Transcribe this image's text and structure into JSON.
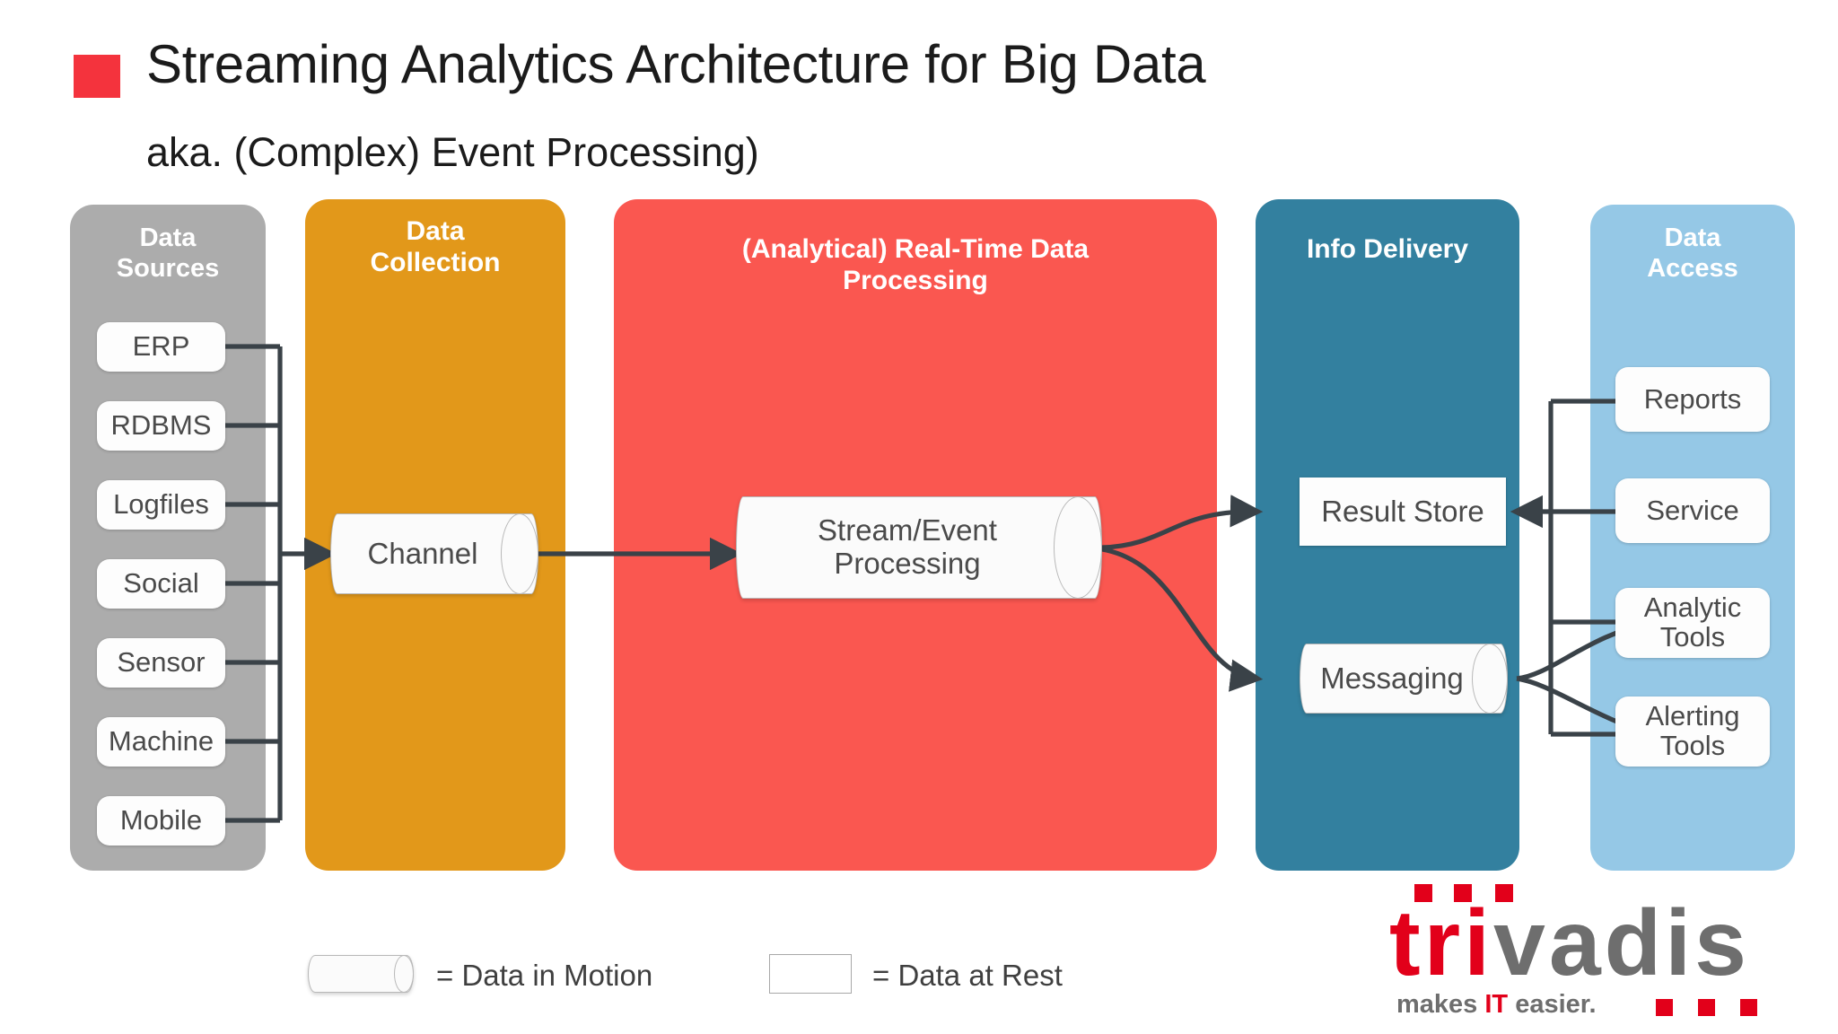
{
  "title": {
    "bullet_color": "#F4333D",
    "main": "Streaming Analytics Architecture for Big Data",
    "sub": "aka. (Complex) Event Processing)"
  },
  "columns": [
    {
      "id": "data-sources",
      "label": "Data\nSources",
      "color": "#ACACAC",
      "nodes": [
        {
          "label": "ERP",
          "shape": "rounded-rect"
        },
        {
          "label": "RDBMS",
          "shape": "rounded-rect"
        },
        {
          "label": "Logfiles",
          "shape": "rounded-rect"
        },
        {
          "label": "Social",
          "shape": "rounded-rect"
        },
        {
          "label": "Sensor",
          "shape": "rounded-rect"
        },
        {
          "label": "Machine",
          "shape": "rounded-rect"
        },
        {
          "label": "Mobile",
          "shape": "rounded-rect"
        }
      ]
    },
    {
      "id": "data-collection",
      "label": "Data\nCollection",
      "color": "#E2981A",
      "nodes": [
        {
          "label": "Channel",
          "shape": "cylinder"
        }
      ]
    },
    {
      "id": "real-time-processing",
      "label": "(Analytical) Real-Time Data\nProcessing",
      "color": "#FA5750",
      "nodes": [
        {
          "label": "Stream/Event\nProcessing",
          "shape": "cylinder"
        }
      ]
    },
    {
      "id": "info-delivery",
      "label": "Info Delivery",
      "color": "#33809F",
      "nodes": [
        {
          "label": "Result Store",
          "shape": "rect"
        },
        {
          "label": "Messaging",
          "shape": "cylinder"
        }
      ]
    },
    {
      "id": "data-access",
      "label": "Data\nAccess",
      "color": "#95C8E6",
      "nodes": [
        {
          "label": "Reports",
          "shape": "rounded-rect"
        },
        {
          "label": "Service",
          "shape": "rounded-rect"
        },
        {
          "label": "Analytic\nTools",
          "shape": "rounded-rect"
        },
        {
          "label": "Alerting\nTools",
          "shape": "rounded-rect"
        }
      ]
    }
  ],
  "legend": {
    "motion_label": "= Data in Motion",
    "rest_label": "= Data at Rest"
  },
  "logo": {
    "word_red": "tri",
    "word_gray": "vadis",
    "tagline_pre": "makes ",
    "tagline_it": "IT",
    "tagline_post": " easier.",
    "accent": "#E2001A",
    "gray": "#6E6E6E"
  }
}
